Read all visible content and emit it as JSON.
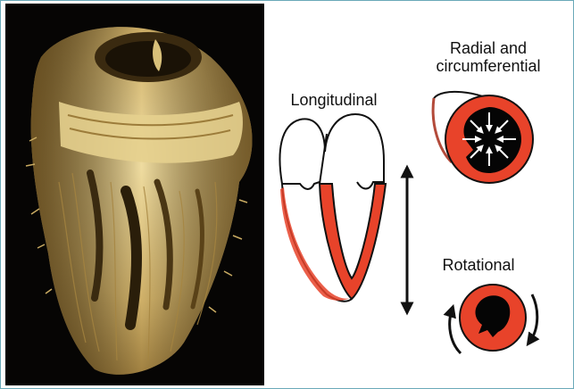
{
  "labels": {
    "radial_line1": "Radial and",
    "radial_line2": "circumferential",
    "longitudinal": "Longitudinal",
    "rotational": "Rotational"
  },
  "colors": {
    "myocardium": "#e8432a",
    "cavity": "#050505",
    "outline": "#111111",
    "frame": "#6aa9b8",
    "photo_bg": "#060504",
    "tissue": "#d8c07a"
  },
  "icons": [
    "heart-photo",
    "double-arrow-icon",
    "curved-arrow-icon",
    "inward-arrows-icon"
  ]
}
